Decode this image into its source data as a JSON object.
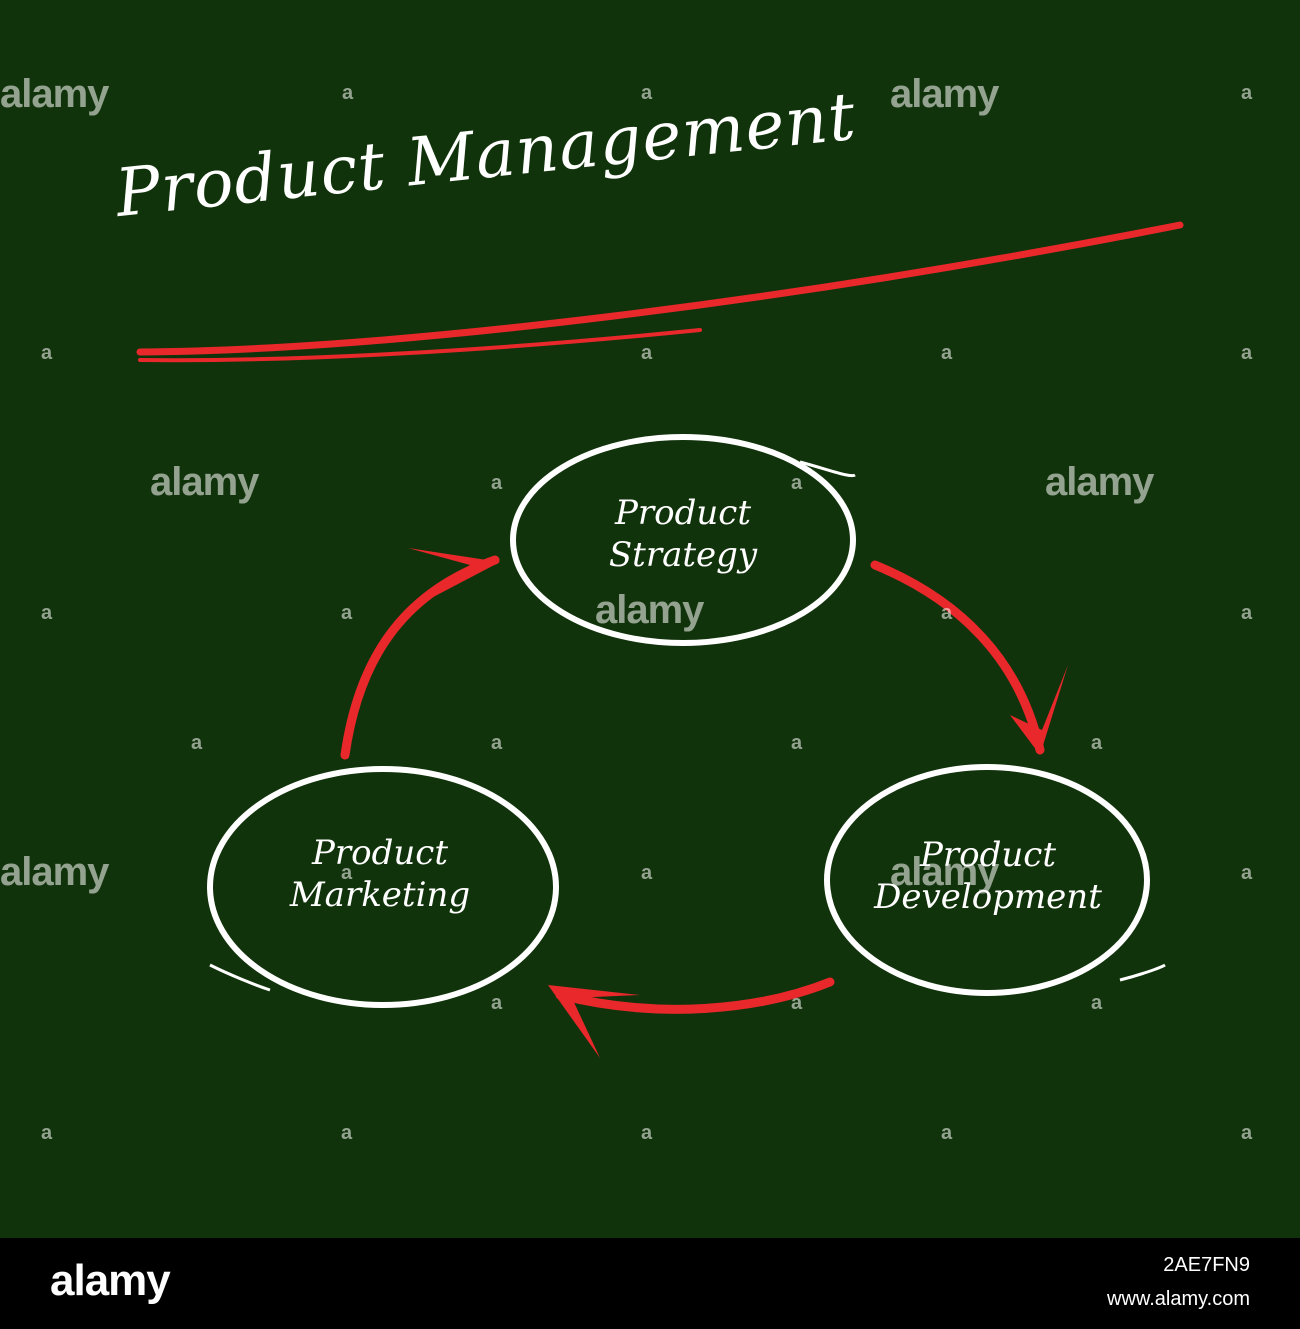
{
  "diagram": {
    "title": "Product Management",
    "nodes": [
      {
        "id": "strategy",
        "lines": [
          "Product",
          "Strategy"
        ]
      },
      {
        "id": "development",
        "lines": [
          "Product",
          "Development"
        ]
      },
      {
        "id": "marketing",
        "lines": [
          "Product",
          "Marketing"
        ]
      }
    ],
    "edges": [
      {
        "from": "strategy",
        "to": "development"
      },
      {
        "from": "development",
        "to": "marketing"
      },
      {
        "from": "marketing",
        "to": "strategy"
      }
    ],
    "colors": {
      "background": "#11330b",
      "chalk": "#ffffff",
      "accent": "#e8282b"
    }
  },
  "watermark": {
    "text": "alamy",
    "mark": "a"
  },
  "footer": {
    "logo": "alamy",
    "image_id": "2AE7FN9",
    "site": "www.alamy.com"
  }
}
